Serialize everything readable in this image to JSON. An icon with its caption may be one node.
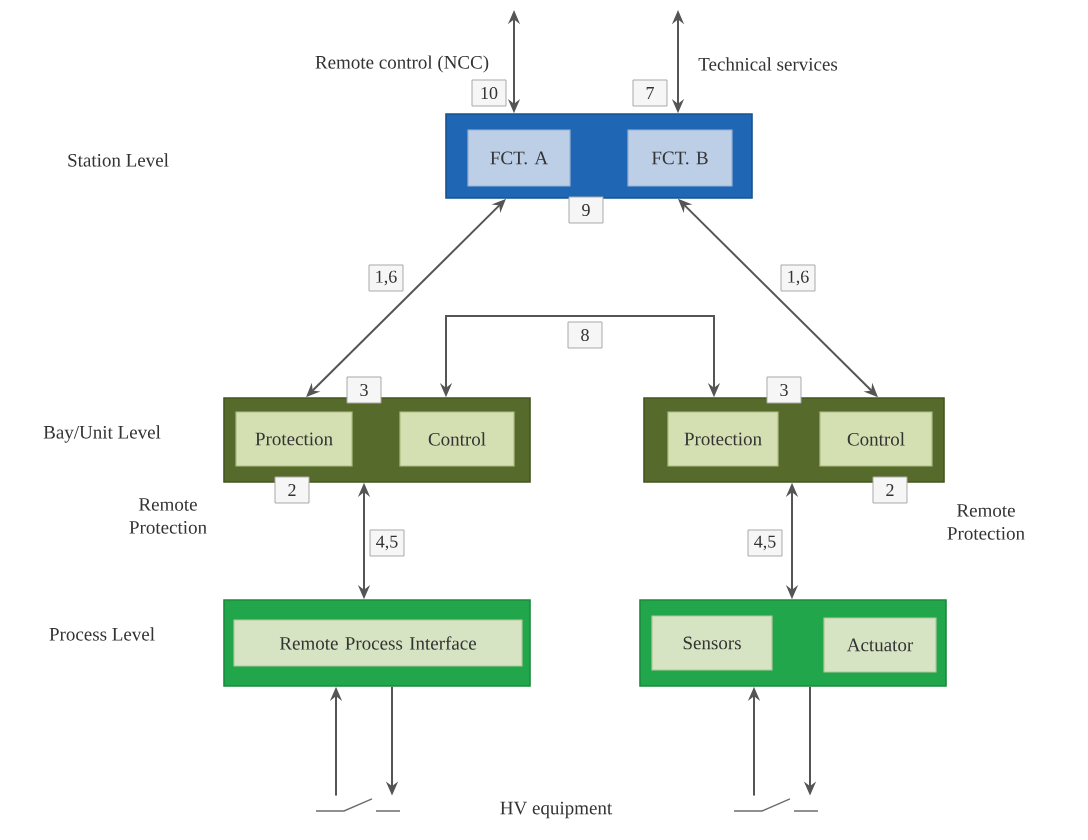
{
  "diagram": {
    "nodes": [
      {
        "text": [],
        "shape": "box",
        "beside": [
          "9"
        ]
      },
      {
        "text": [
          "FCT. A"
        ],
        "in": 0
      },
      {
        "text": [
          "FCT. B"
        ],
        "in": 0
      },
      {
        "text": [],
        "shape": "box",
        "beside": [
          "3",
          "2"
        ]
      },
      {
        "text": [
          "Protection"
        ],
        "in": 3
      },
      {
        "text": [
          "Control"
        ],
        "in": 3
      },
      {
        "text": [],
        "shape": "box",
        "beside": [
          "3",
          "2"
        ]
      },
      {
        "text": [
          "Protection"
        ],
        "in": 6
      },
      {
        "text": [
          "Control"
        ],
        "in": 6
      },
      {
        "text": [],
        "shape": "box"
      },
      {
        "text": [
          "Remote Process Interface"
        ],
        "in": 9
      },
      {
        "text": [],
        "shape": "box"
      },
      {
        "text": [
          "Sensors"
        ],
        "in": 11
      },
      {
        "text": [
          "Actuator"
        ],
        "in": 11
      },
      {
        "text": [],
        "shape": "switch"
      },
      {
        "text": [],
        "shape": "switch"
      }
    ],
    "edges": [
      {
        "from": null,
        "to": 0,
        "arrow": "both",
        "label": "10"
      },
      {
        "from": null,
        "to": 0,
        "arrow": "both",
        "label": "7"
      },
      {
        "from": 0,
        "to": 3,
        "arrow": "both",
        "label": "1,6"
      },
      {
        "from": 3,
        "to": 6,
        "arrow": "both",
        "label": "8"
      },
      {
        "from": 0,
        "to": 6,
        "arrow": "both",
        "label": "1,6"
      },
      {
        "from": 3,
        "to": 9,
        "arrow": "both",
        "label": "4,5"
      },
      {
        "from": 6,
        "to": 11,
        "arrow": "both",
        "label": "4,5"
      },
      {
        "from": 14,
        "to": 9,
        "arrow": "to"
      },
      {
        "from": 9,
        "to": 14,
        "arrow": "to"
      },
      {
        "from": 15,
        "to": 11,
        "arrow": "to"
      },
      {
        "from": 11,
        "to": 15,
        "arrow": "to"
      }
    ],
    "labels": [
      "Remote control (NCC)",
      "Technical services",
      "Station Level",
      "Bay/Unit Level",
      "Remote Protection",
      "Remote Protection",
      "Process Level",
      "HV equipment"
    ]
  }
}
